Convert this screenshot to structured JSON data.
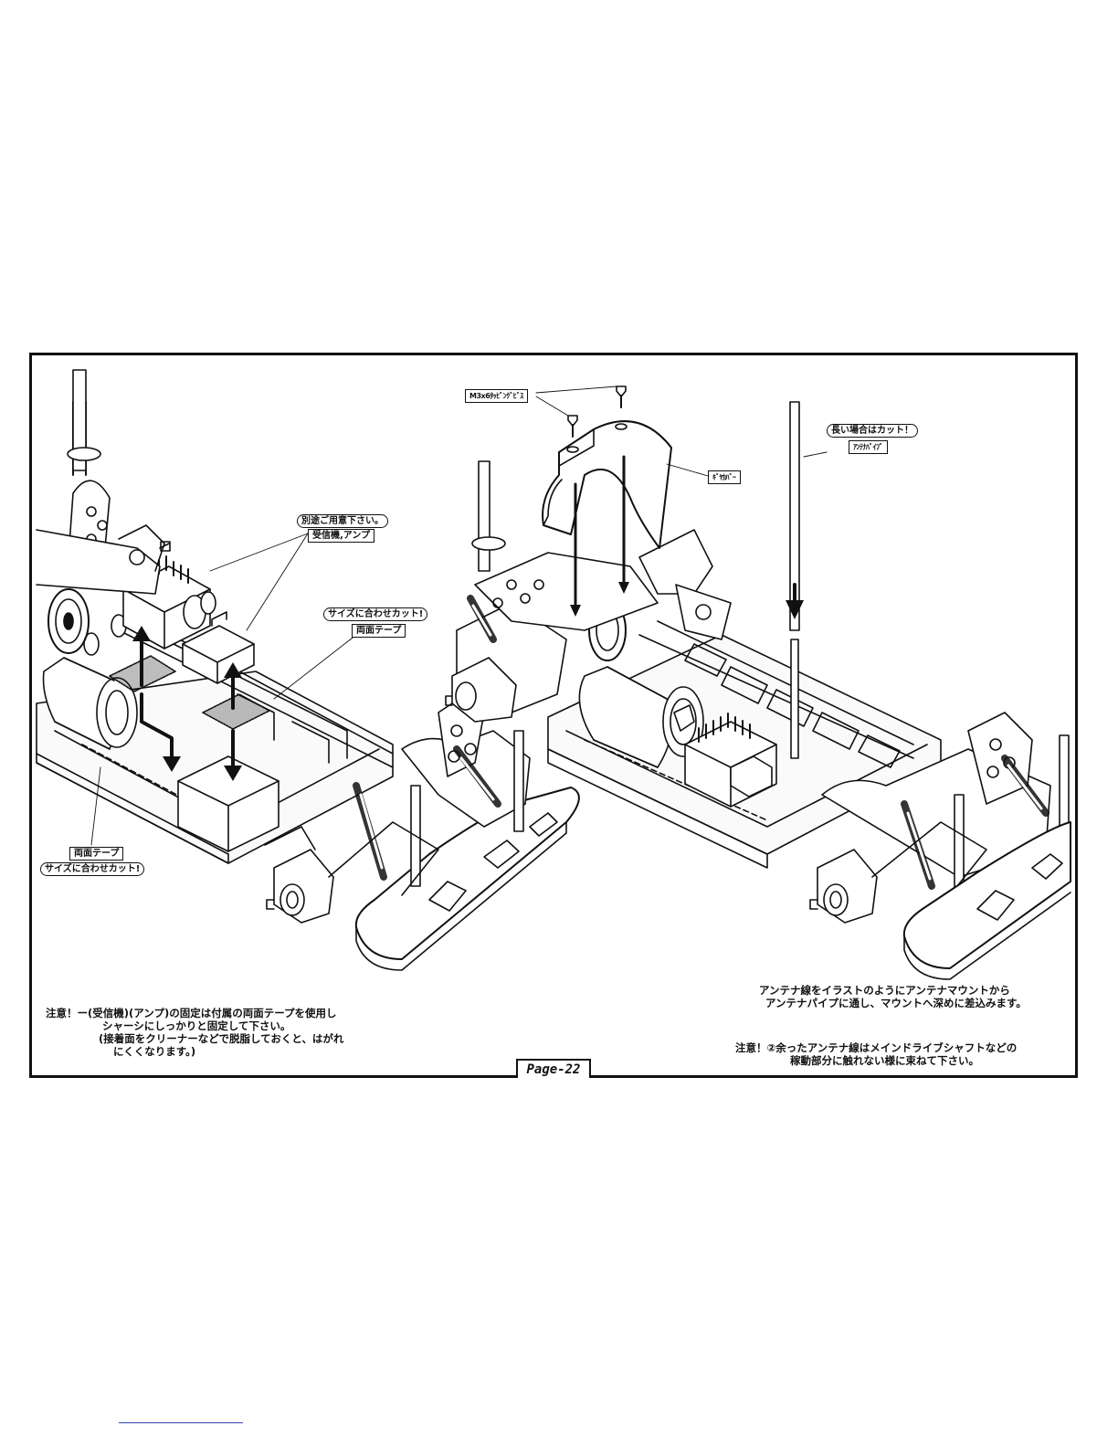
{
  "labels": {
    "separately_required": "別途ご用意下さい。",
    "receiver_amp": "受信機,アンプ",
    "cut_to_size_center": "サイズに合わせカット!",
    "double_tape_center": "両面テープ",
    "double_tape_left": "両面テープ",
    "cut_to_size_left": "サイズに合わせカット!",
    "screw": "M3x6ﾀｯﾋﾟﾝｸﾞﾋﾞｽ",
    "gear_cover": "ｷﾞﾔｶﾊﾞｰ",
    "cut_if_long": "長い場合はカット！",
    "antenna_pipe": "ｱﾝﾃﾅﾊﾟｲﾌﾟ"
  },
  "notes": {
    "left_line1": "注意！ー(受信機)(アンプ)の固定は付属の両面テープを使用し",
    "left_line2": "シャーシにしっかりと固定して下さい。",
    "left_line3": "(接着面をクリーナーなどで脱脂しておくと、はがれ",
    "left_line4": "にくくなります。)",
    "right_top_line1": "アンテナ線をイラストのようにアンテナマウントから",
    "right_top_line2": "アンテナパイプに通し、マウントへ深めに差込みます。",
    "right_bottom_line1": "注意！②余ったアンテナ線はメインドライブシャフトなどの",
    "right_bottom_line2": "稼動部分に触れない様に束ねて下さい。"
  },
  "page": "Page-22"
}
